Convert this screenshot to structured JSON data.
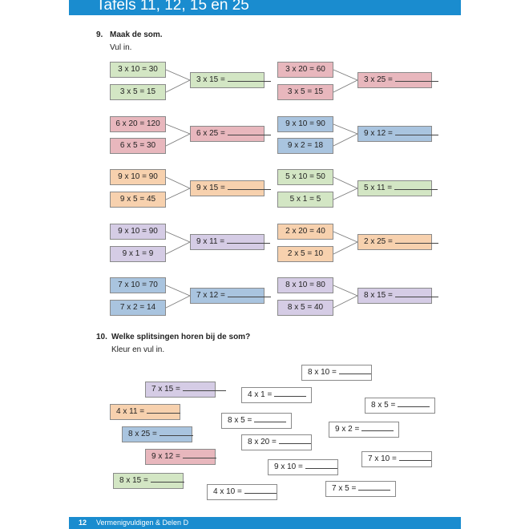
{
  "header": {
    "title": "Tafels 11, 12, 15 en 25"
  },
  "q9": {
    "number": "9.",
    "title": "Maak de som.",
    "instruction": "Vul in."
  },
  "groups": [
    {
      "a": "3 x 10 = 30",
      "b": "3 x 5 = 15",
      "result": "3 x 15 =",
      "color": "#d3e6c4"
    },
    {
      "a": "3 x 20 = 60",
      "b": "3 x 5 = 15",
      "result": "3 x 25 =",
      "color": "#e8b7bd"
    },
    {
      "a": "6 x 20 = 120",
      "b": "6 x 5 = 30",
      "result": "6 x 25 =",
      "color": "#e8b7bd"
    },
    {
      "a": "9 x 10 = 90",
      "b": "9 x 2 = 18",
      "result": "9 x 12 =",
      "color": "#a9c4df"
    },
    {
      "a": "9 x 10 = 90",
      "b": "9 x 5 = 45",
      "result": "9 x 15 =",
      "color": "#f7d1ae"
    },
    {
      "a": "5 x 10 = 50",
      "b": "5 x 1 = 5",
      "result": "5 x 11 =",
      "color": "#d3e6c4"
    },
    {
      "a": "9 x 10 = 90",
      "b": "9 x 1 = 9",
      "result": "9 x 11 =",
      "color": "#d5cce5"
    },
    {
      "a": "2 x 20 = 40",
      "b": "2 x 5 = 10",
      "result": "2 x 25 =",
      "color": "#f7d1ae"
    },
    {
      "a": "7 x 10 = 70",
      "b": "7 x 2 = 14",
      "result": "7 x 12 =",
      "color": "#a9c4df"
    },
    {
      "a": "8 x 10 = 80",
      "b": "8 x 5 = 40",
      "result": "8 x 15 =",
      "color": "#d5cce5"
    }
  ],
  "q10": {
    "number": "10.",
    "title": "Welke splitsingen horen bij de som?",
    "instruction": "Kleur en vul in."
  },
  "q10_colored": [
    {
      "label": "7 x 15 =",
      "color": "#d5cce5"
    },
    {
      "label": "4 x 11 =",
      "color": "#f7d1ae"
    },
    {
      "label": "8 x 25 =",
      "color": "#a9c4df"
    },
    {
      "label": "9 x 12 =",
      "color": "#e8b7bd"
    },
    {
      "label": "8 x 15 =",
      "color": "#d3e6c4"
    }
  ],
  "q10_white": [
    {
      "label": "8 x 10 ="
    },
    {
      "label": "4 x 1 ="
    },
    {
      "label": "8 x 5 ="
    },
    {
      "label": "8 x 5 ="
    },
    {
      "label": "9 x 2 ="
    },
    {
      "label": "8 x 20 ="
    },
    {
      "label": "7 x 10 ="
    },
    {
      "label": "9 x 10 ="
    },
    {
      "label": "4 x 10 ="
    },
    {
      "label": "7 x 5 ="
    }
  ],
  "footer": {
    "page": "12",
    "text": "Vermenigvuldigen & Delen D"
  }
}
